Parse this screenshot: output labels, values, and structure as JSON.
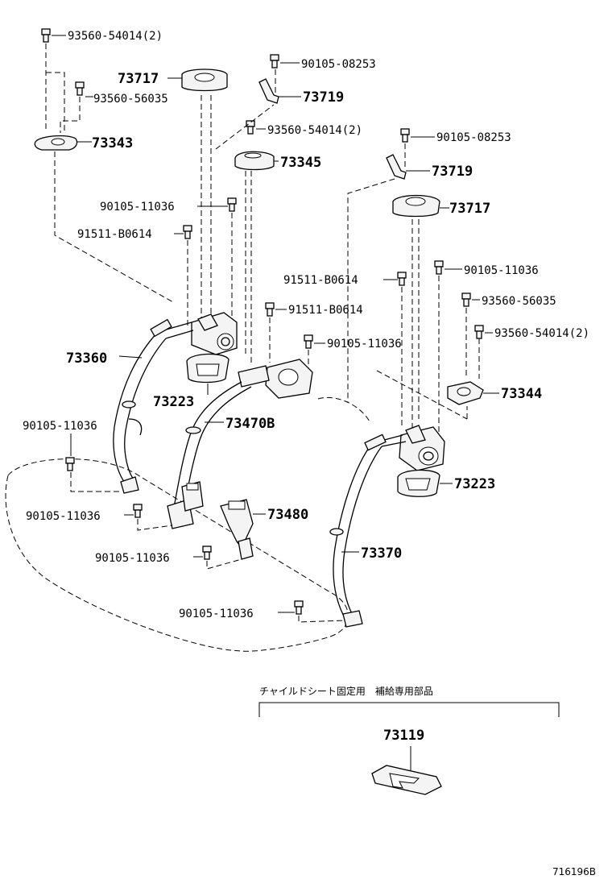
{
  "labels": {
    "l_93560_54014_a": "93560-54014(2)",
    "l_73717_a": "73717",
    "l_93560_56035_a": "93560-56035",
    "l_90105_08253_a": "90105-08253",
    "l_73719_a": "73719",
    "l_73343": "73343",
    "l_93560_54014_b": "93560-54014(2)",
    "l_73345": "73345",
    "l_90105_08253_b": "90105-08253",
    "l_73719_b": "73719",
    "l_90105_11036_a": "90105-11036",
    "l_73717_b": "73717",
    "l_91511_b0614_a": "91511-B0614",
    "l_91511_b0614_b": "91511-B0614",
    "l_90105_11036_b": "90105-11036",
    "l_93560_56035_b": "93560-56035",
    "l_91511_b0614_c": "91511-B0614",
    "l_93560_54014_c": "93560-54014(2)",
    "l_73360": "73360",
    "l_90105_11036_c": "90105-11036",
    "l_73223_a": "73223",
    "l_73344": "73344",
    "l_90105_11036_d": "90105-11036",
    "l_73470b": "73470B",
    "l_73223_b": "73223",
    "l_90105_11036_e": "90105-11036",
    "l_73480": "73480",
    "l_73370": "73370",
    "l_90105_11036_f": "90105-11036",
    "l_90105_11036_g": "90105-11036",
    "l_73119": "73119"
  },
  "footnote": "チャイルドシート固定用　補給専用部品",
  "diagram_code": "716196B"
}
